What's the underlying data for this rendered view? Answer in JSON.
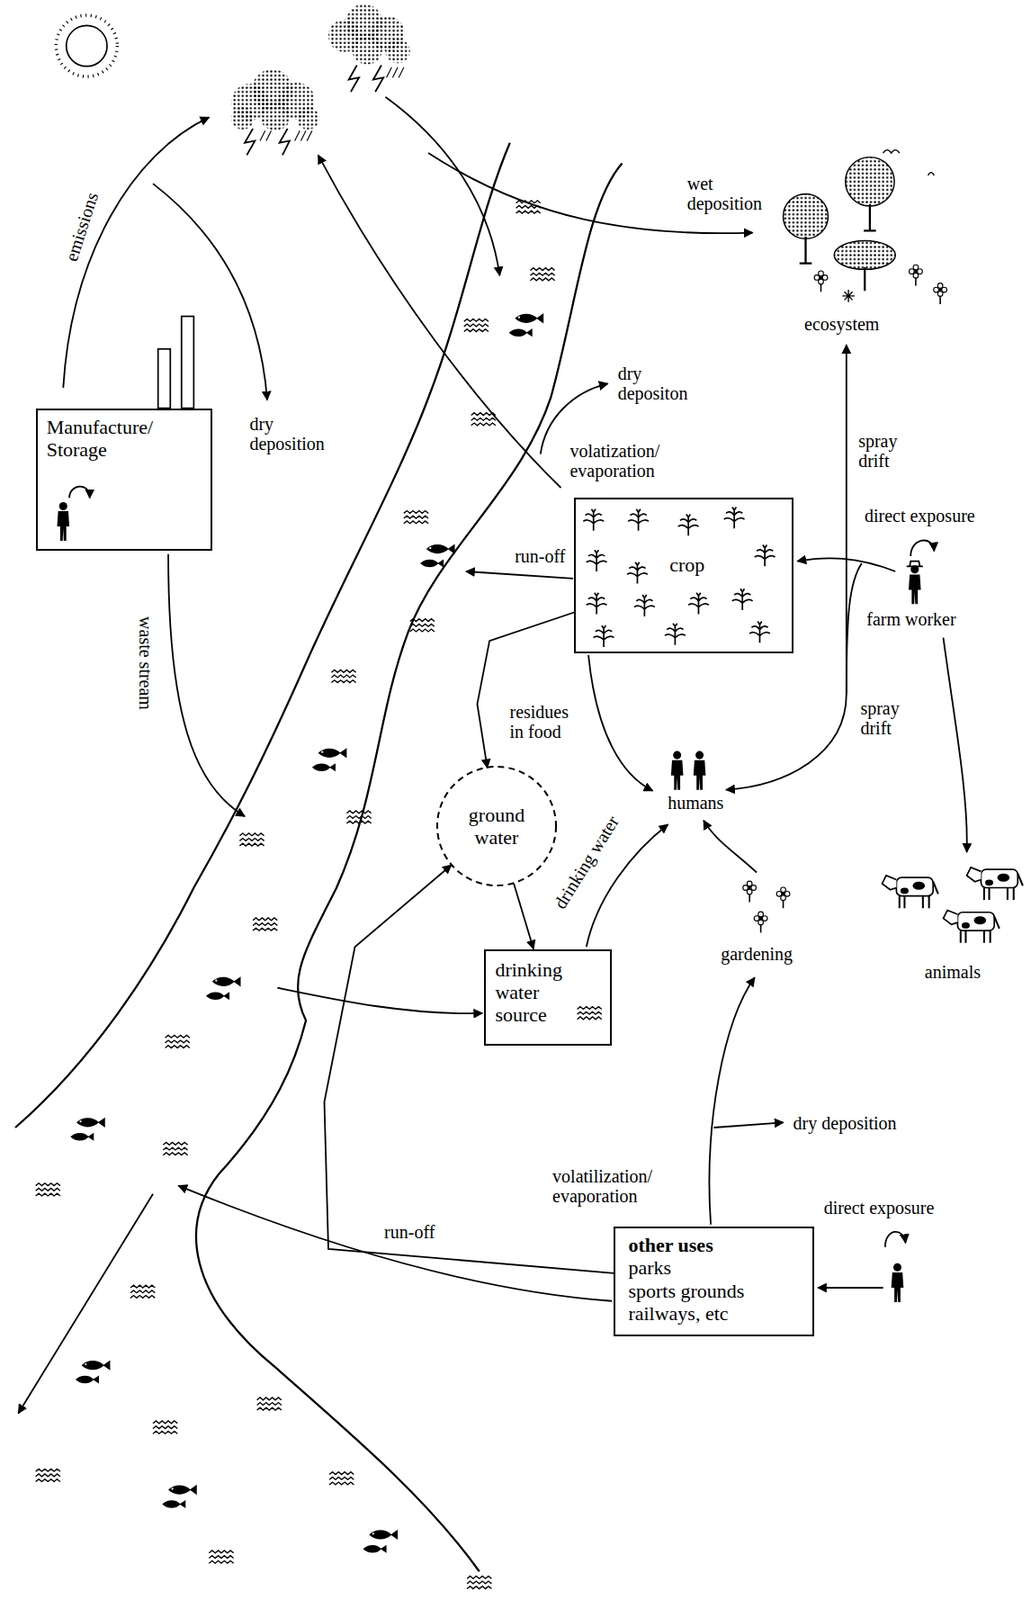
{
  "diagram": {
    "nodes": [
      {
        "text": [
          "Manufacture/ Storage"
        ]
      },
      {
        "text": [
          "crop"
        ]
      },
      {
        "text": [
          "ground water"
        ]
      },
      {
        "text": [
          "drinking water source"
        ]
      },
      {
        "text": [
          "other uses",
          "parks",
          "sports grounds",
          "railways, etc"
        ]
      }
    ],
    "edges": [
      {
        "from": 1,
        "to": 2,
        "arrow": "to"
      },
      {
        "from": 2,
        "to": 3,
        "arrow": "to"
      },
      {
        "from": 4,
        "to": 2,
        "arrow": "to"
      }
    ],
    "labels": [
      "emissions",
      "wet deposition",
      "dry deposition",
      "ecosystem",
      "dry depositon",
      "volatization/ evaporation",
      "spray drift",
      "direct exposure",
      "run-off",
      "farm worker",
      "waste stream",
      "residues in food",
      "spray drift",
      "humans",
      "drinking water",
      "gardening",
      "animals",
      "dry deposition",
      "volatilization/ evaporation",
      "direct exposure",
      "run-off"
    ]
  }
}
